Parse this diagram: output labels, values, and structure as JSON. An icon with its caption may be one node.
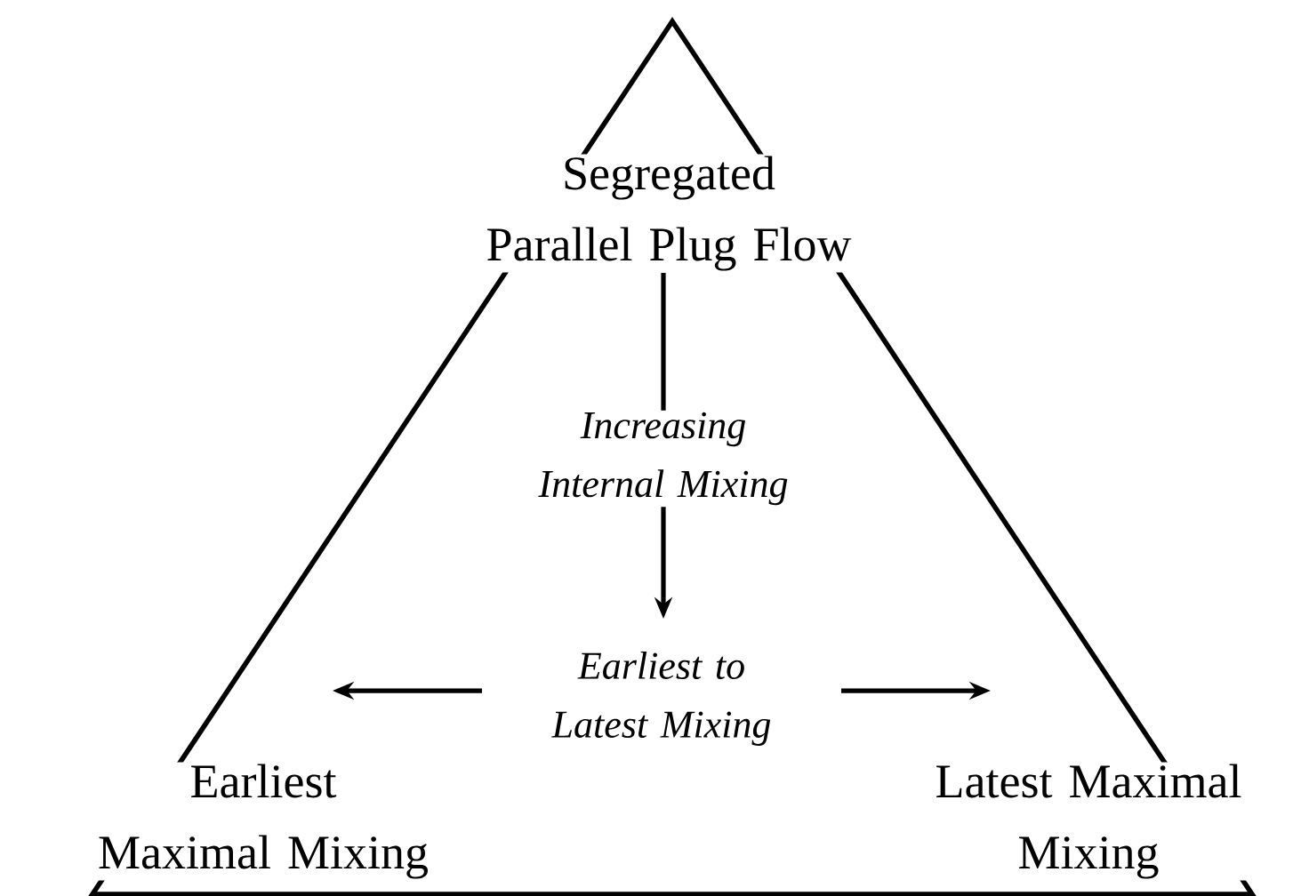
{
  "diagram": {
    "nodes": [
      {
        "text": [
          "Segregated Parallel Plug Flow"
        ]
      },
      {
        "text": [
          "Earliest Maximal Mixing"
        ]
      },
      {
        "text": [
          "Latest Maximal Mixing"
        ]
      }
    ],
    "edges": [
      {
        "from": 0,
        "to": null,
        "arrow": "to",
        "label": "Increasing Internal Mixing"
      },
      {
        "from": 1,
        "to": 2,
        "arrow": "both",
        "label": "Earliest to Latest Mixing"
      }
    ]
  }
}
